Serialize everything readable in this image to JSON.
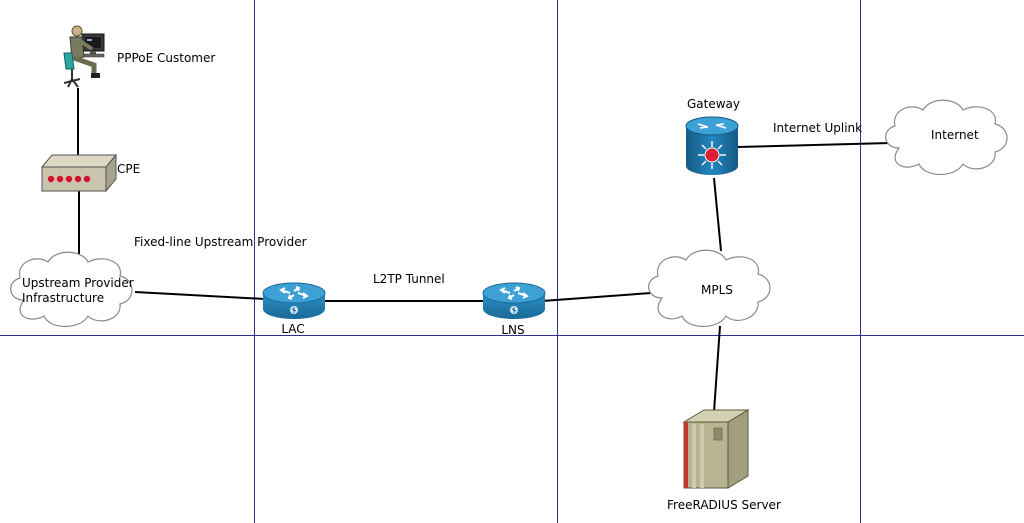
{
  "colors": {
    "grid_line": "#2e3192",
    "link": "#000000",
    "router_body": "#1f7fb4",
    "router_top": "#4fb3e0",
    "cloud_fill": "#ffffff",
    "cloud_stroke": "#8a8a8a",
    "cpe_body": "#c8c4ae",
    "cpe_led": "#d4102b",
    "server_body": "#b8b491",
    "server_stripe": "#c0392b",
    "switch_body": "#1a6fa0",
    "switch_core": "#d91e36"
  },
  "nodes": {
    "pppoe_customer": {
      "label": "PPPoE Customer",
      "icon": "user-workstation-icon"
    },
    "cpe": {
      "label": "CPE",
      "icon": "modem-icon"
    },
    "upstream": {
      "label_line1": "Upstream Provider",
      "label_line2": "Infrastructure",
      "icon": "cloud-icon"
    },
    "lac": {
      "label": "LAC",
      "icon": "router-icon"
    },
    "lns": {
      "label": "LNS",
      "icon": "router-icon"
    },
    "mpls": {
      "label": "MPLS",
      "icon": "cloud-icon"
    },
    "gateway": {
      "label": "Gateway",
      "icon": "layer3-switch-icon"
    },
    "internet": {
      "label": "Internet",
      "icon": "cloud-icon"
    },
    "freeradius": {
      "label": "FreeRADIUS Server",
      "icon": "server-icon"
    }
  },
  "links": {
    "fixed_line": "Fixed-line Upstream Provider",
    "l2tp": "L2TP Tunnel",
    "uplink": "Internet Uplink"
  }
}
